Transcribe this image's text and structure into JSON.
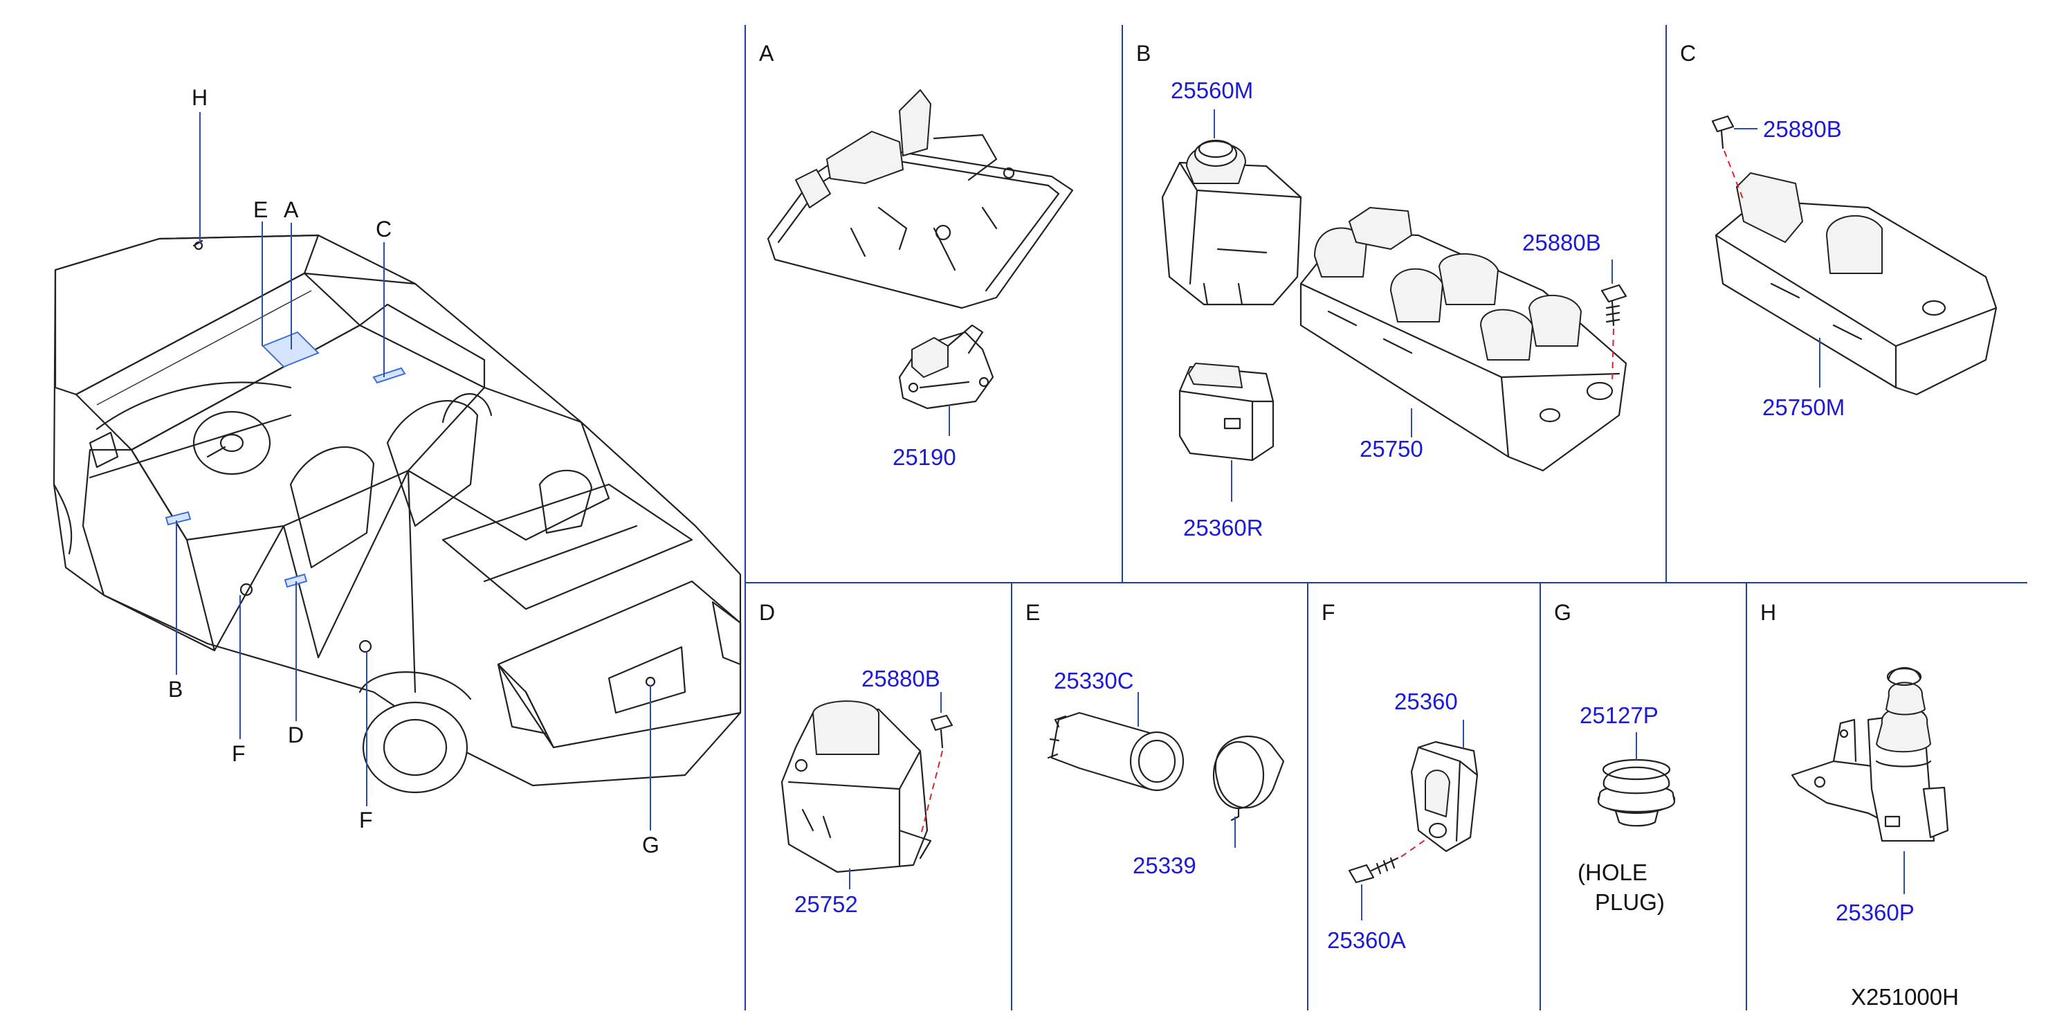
{
  "sections": {
    "A": "A",
    "B": "B",
    "C": "C",
    "D": "D",
    "E": "E",
    "F": "F",
    "G": "G",
    "H": "H"
  },
  "car_locators": {
    "H": "H",
    "E": "E",
    "A": "A",
    "C": "C",
    "B": "B",
    "F_left": "F",
    "D": "D",
    "F_right": "F",
    "G": "G"
  },
  "parts": {
    "p25190": "25190",
    "p25560M": "25560M",
    "p25880B_b": "25880B",
    "p25750": "25750",
    "p25360R": "25360R",
    "p25880B_c": "25880B",
    "p25750M": "25750M",
    "p25880B_d": "25880B",
    "p25752": "25752",
    "p25330C": "25330C",
    "p25339": "25339",
    "p25360": "25360",
    "p25360A": "25360A",
    "p25127P": "25127P",
    "p25360P": "25360P"
  },
  "notes": {
    "hole_plug_line1": "(HOLE",
    "hole_plug_line2": "PLUG)"
  },
  "diagram_code": "X251000H",
  "colors": {
    "part_number": "#1a1ad8",
    "grid": "#1f3fa0",
    "dashed_leader": "#e0202a",
    "highlight": "#d6e4ff"
  }
}
